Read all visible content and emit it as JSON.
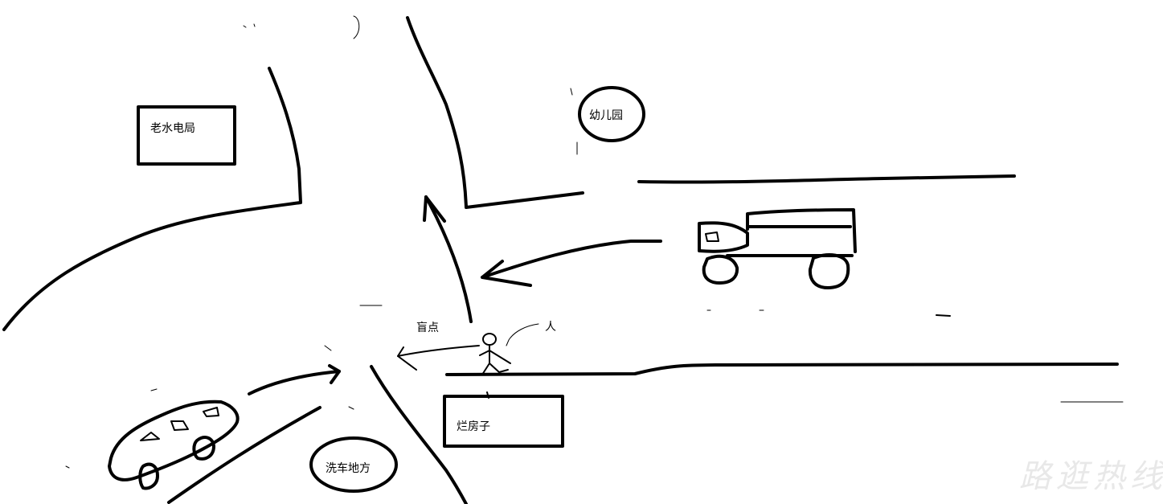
{
  "labels": {
    "old_power_bureau": "老水电局",
    "kindergarten": "幼儿园",
    "blind_spot": "盲点",
    "person": "人",
    "old_house": "烂房子",
    "car_wash": "洗车地方"
  },
  "watermark": "路逛热线",
  "colors": {
    "ink": "#000000",
    "background": "#ffffff",
    "watermark": "#e8e8e8"
  }
}
